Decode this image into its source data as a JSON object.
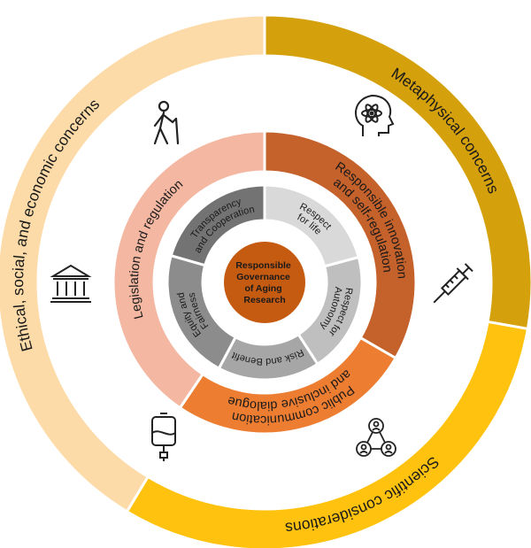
{
  "center": {
    "lines": [
      "Responsible",
      "Governance",
      "of Aging",
      "Research"
    ],
    "color": "#C55A11"
  },
  "outer_ring": [
    {
      "lines": [
        "Metaphysical concerns"
      ],
      "color": "#D4A00C"
    },
    {
      "lines": [
        "Scientific considerations"
      ],
      "color": "#FFC20E"
    },
    {
      "lines": [
        "Ethical, social, and economic concerns"
      ],
      "color": "#FDDBA8"
    }
  ],
  "middle_ring": [
    {
      "lines": [
        "Responsible innovation",
        "and self-regulation"
      ],
      "color": "#C5612B"
    },
    {
      "lines": [
        "Public communication",
        "and inclusive dialogue"
      ],
      "color": "#ED7D31"
    },
    {
      "lines": [
        "Legislation and regulation"
      ],
      "color": "#F4B7A2"
    }
  ],
  "inner_ring": [
    {
      "lines": [
        "Respect",
        "for life"
      ],
      "color": "#D9D9D9"
    },
    {
      "lines": [
        "Respect for",
        "Autonomy"
      ],
      "color": "#BFBFBF"
    },
    {
      "lines": [
        "Risk and Benefit"
      ],
      "color": "#A6A6A6"
    },
    {
      "lines": [
        "Equity and",
        "Fairness"
      ],
      "color": "#8C8C8C"
    },
    {
      "lines": [
        "Transparency",
        "and Cooperation"
      ],
      "color": "#737373"
    }
  ],
  "icons": [
    "elderly-walking-icon",
    "brain-atom-icon",
    "syringe-icon",
    "bank-building-icon",
    "iv-bag-icon",
    "people-network-icon"
  ]
}
